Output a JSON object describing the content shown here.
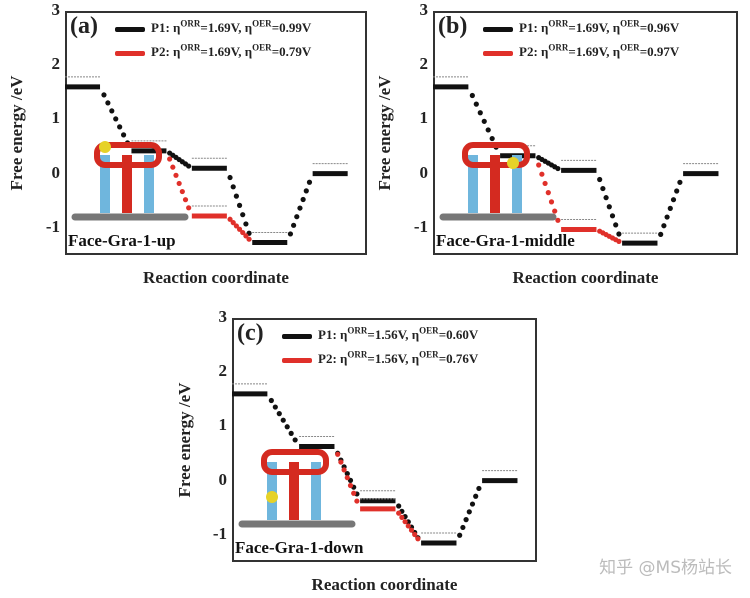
{
  "chart_data": [
    {
      "type": "line",
      "panel": "(a)",
      "title": "Face-Gra-1-up",
      "xlabel": "Reaction coordinate",
      "ylabel": "Free energy /eV",
      "ylim": [
        -1.5,
        3
      ],
      "yticks": [
        3,
        2,
        1,
        0,
        -1
      ],
      "series": [
        {
          "name": "P1: η^ORR=1.69V, η^OER=0.99V",
          "color": "#111111",
          "values": [
            1.6,
            0.42,
            0.1,
            -1.27,
            0.0
          ]
        },
        {
          "name": "P2: η^ORR=1.69V, η^OER=0.79V",
          "color": "#e0302a",
          "values": [
            1.6,
            0.42,
            -0.78,
            -1.27,
            0.0
          ]
        }
      ]
    },
    {
      "type": "line",
      "panel": "(b)",
      "title": "Face-Gra-1-middle",
      "xlabel": "Reaction coordinate",
      "ylabel": "Free energy /eV",
      "ylim": [
        -1.5,
        3
      ],
      "yticks": [
        3,
        2,
        1,
        0,
        -1
      ],
      "series": [
        {
          "name": "P1: η^ORR=1.69V, η^OER=0.96V",
          "color": "#111111",
          "values": [
            1.6,
            0.33,
            0.06,
            -1.28,
            0.0
          ]
        },
        {
          "name": "P2: η^ORR=1.69V, η^OER=0.97V",
          "color": "#e0302a",
          "values": [
            1.6,
            0.33,
            -1.03,
            -1.28,
            0.0
          ]
        }
      ]
    },
    {
      "type": "line",
      "panel": "(c)",
      "title": "Face-Gra-1-down",
      "xlabel": "Reaction coordinate",
      "ylabel": "Free energy /eV",
      "ylim": [
        -1.5,
        3
      ],
      "yticks": [
        3,
        2,
        1,
        0,
        -1
      ],
      "series": [
        {
          "name": "P1: η^ORR=1.56V, η^OER=0.60V",
          "color": "#111111",
          "values": [
            1.6,
            0.63,
            -0.37,
            -1.15,
            0.0
          ]
        },
        {
          "name": "P2: η^ORR=1.56V, η^OER=0.76V",
          "color": "#e0302a",
          "values": [
            1.6,
            0.63,
            -0.52,
            -1.15,
            0.0
          ]
        }
      ]
    }
  ],
  "panels": [
    {
      "label": "(a)",
      "name": "Face-Gra-1-up",
      "p1_orr": "1.69V",
      "p1_oer": "0.99V",
      "p2_orr": "1.69V",
      "p2_oer": "0.79V"
    },
    {
      "label": "(b)",
      "name": "Face-Gra-1-middle",
      "p1_orr": "1.69V",
      "p1_oer": "0.96V",
      "p2_orr": "1.69V",
      "p2_oer": "0.97V"
    },
    {
      "label": "(c)",
      "name": "Face-Gra-1-down",
      "p1_orr": "1.56V",
      "p1_oer": "0.60V",
      "p2_orr": "1.56V",
      "p2_oer": "0.76V"
    }
  ],
  "axis": {
    "ylabel": "Free energy /eV",
    "xlabel": "Reaction coordinate",
    "ticks": [
      "3",
      "2",
      "1",
      "0",
      "-1"
    ]
  },
  "legend": {
    "p1": "P1",
    "p2": "P2",
    "eta": "η",
    "orr": "ORR",
    "oer": "OER"
  },
  "watermark": "知乎 @MS杨站长"
}
